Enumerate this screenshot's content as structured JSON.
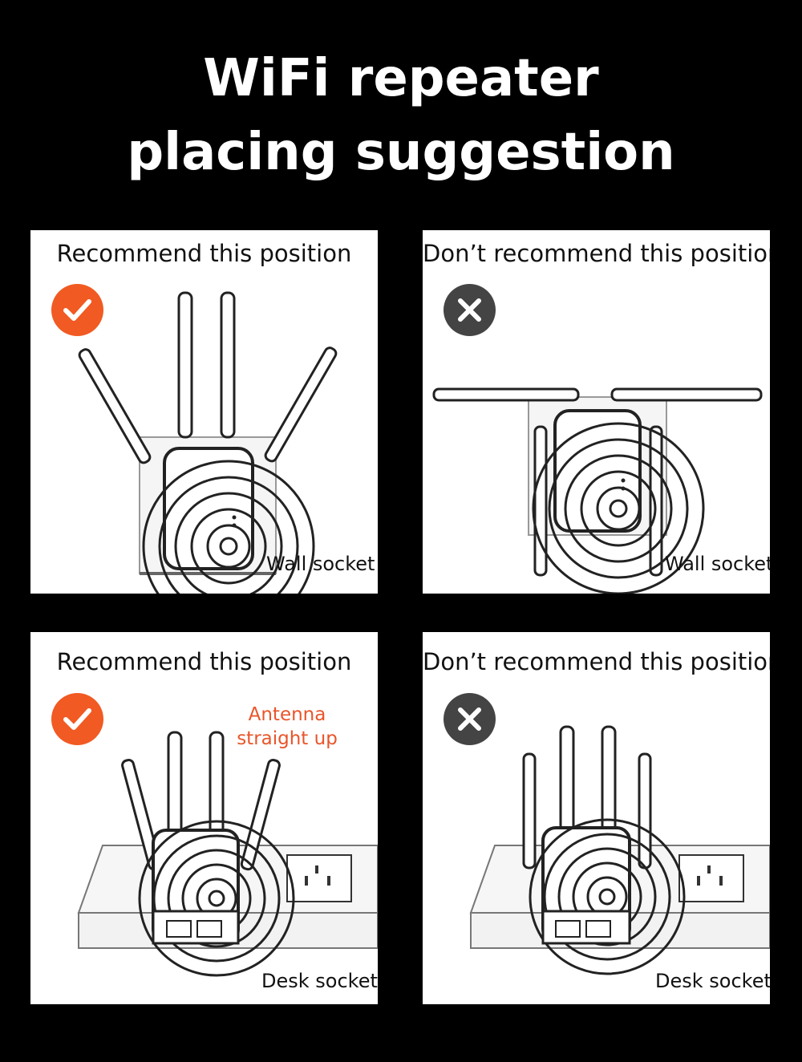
{
  "title": {
    "line1": "WiFi repeater",
    "line2": "placing suggestion"
  },
  "panels": [
    {
      "heading": "Recommend this position",
      "status": "recommended",
      "status_icon": "checkmark-icon",
      "caption": "Wall socket"
    },
    {
      "heading": "Don’t recommend this position",
      "status": "not-recommended",
      "status_icon": "cross-icon",
      "caption": "Wall socket"
    },
    {
      "heading": "Recommend this position",
      "status": "recommended",
      "status_icon": "checkmark-icon",
      "caption": "Desk socket",
      "note": [
        "Antenna",
        "straight up"
      ]
    },
    {
      "heading": "Don’t recommend this position",
      "status": "not-recommended",
      "status_icon": "cross-icon",
      "caption": "Desk socket"
    }
  ],
  "colors": {
    "background": "#000000",
    "panel": "#ffffff",
    "accent": "#f15a22",
    "cross_badge": "#444444",
    "note_text": "#e8552a"
  }
}
